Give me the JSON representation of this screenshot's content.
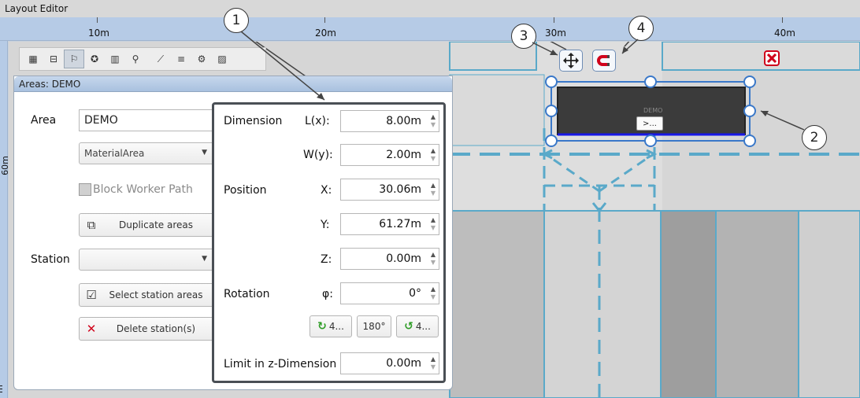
{
  "window": {
    "title": "Layout Editor"
  },
  "ruler": {
    "top_labels": [
      "10m",
      "20m",
      "30m",
      "40m"
    ],
    "left_labels": [
      "60m",
      "m"
    ]
  },
  "toolbar": {
    "icons": [
      "grid-icon",
      "measure-icon",
      "flag-icon",
      "add-station-icon",
      "barcode-icon",
      "zoom-icon",
      "paint-add-icon",
      "line-add-icon",
      "gear-add-icon",
      "pattern-add-icon"
    ]
  },
  "panel": {
    "title": "Areas: DEMO",
    "area_label": "Area",
    "area_value": "DEMO",
    "area_type": "MaterialArea",
    "block_worker_path": "Block Worker Path",
    "duplicate_label": "Duplicate areas",
    "station_label": "Station",
    "station_value": "",
    "select_station_label": "Select station areas",
    "delete_station_label": "Delete station(s)"
  },
  "geometry": {
    "dimension_label": "Dimension",
    "lx_label": "L(x):",
    "lx_value": "8.00m",
    "wy_label": "W(y):",
    "wy_value": "2.00m",
    "position_label": "Position",
    "x_label": "X:",
    "x_value": "30.06m",
    "y_label": "Y:",
    "y_value": "61.27m",
    "z_label": "Z:",
    "z_value": "0.00m",
    "rotation_label": "Rotation",
    "phi_label": "φ:",
    "phi_value": "0°",
    "rot_left_label": "4...",
    "rot_180_label": "180°",
    "rot_right_label": "4...",
    "limit_z_label": "Limit in z-Dimension",
    "limit_z_value": "0.00m"
  },
  "map": {
    "object_label": "DEMO",
    "object_button": ">..."
  },
  "callouts": [
    "1",
    "2",
    "3",
    "4"
  ],
  "colors": {
    "accent_blue": "#5aa9c9",
    "selection_blue": "#3a78c9",
    "group_border": "#4a4f55",
    "magnet_red": "#d0021b"
  }
}
